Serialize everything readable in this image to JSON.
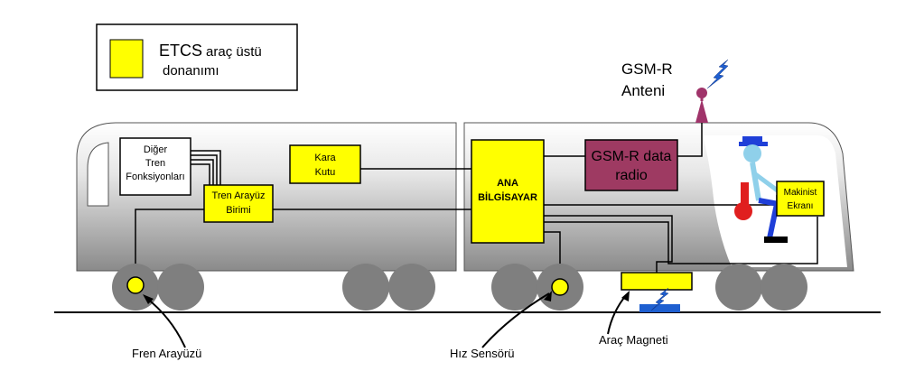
{
  "legend": {
    "line1_a": "ETCS",
    "line1_b": "araç üstü",
    "line2": "donanımı",
    "swatch_color": "#ffff00"
  },
  "antenna": {
    "line1": "GSM-R",
    "line2": "Anteni",
    "color": "#a0346a"
  },
  "boxes": {
    "diger": [
      "Diğer",
      "Tren",
      "Fonksiyonları"
    ],
    "kara_kutu": [
      "Kara",
      "Kutu"
    ],
    "tren_arayuz": [
      "Tren Arayüz",
      "Birimi"
    ],
    "ana_bilgisayar": [
      "ANA",
      "BİLGİSAYAR"
    ],
    "gsmr_radio": [
      "GSM-R data",
      "radio"
    ],
    "makinist": [
      "Makinist",
      "Ekranı"
    ]
  },
  "labels": {
    "fren": "Fren Arayüzü",
    "hiz": "Hız Sensörü",
    "magnet": "Araç Magneti"
  },
  "colors": {
    "equipment": "#ffff00",
    "radio": "#9e3a62",
    "wheel": "#7f7f7f",
    "driver_blue": "#1f3fd8",
    "seat_red": "#e01f1f",
    "bolt_blue": "#1e5fd0"
  }
}
